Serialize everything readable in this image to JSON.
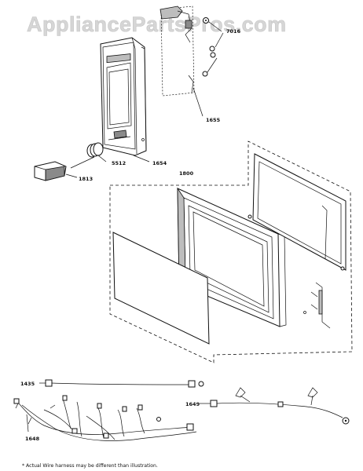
{
  "watermark": "AppliancePartsPros.com",
  "callouts": {
    "c7016": "7016",
    "c1655": "1655",
    "c5512": "5512",
    "c1654": "1654",
    "c1813": "1813",
    "c1800": "1800",
    "c1435": "1435",
    "c1649": "1649",
    "c1648": "1648"
  },
  "footnote": "* Actual Wire harness may be different than illustration."
}
